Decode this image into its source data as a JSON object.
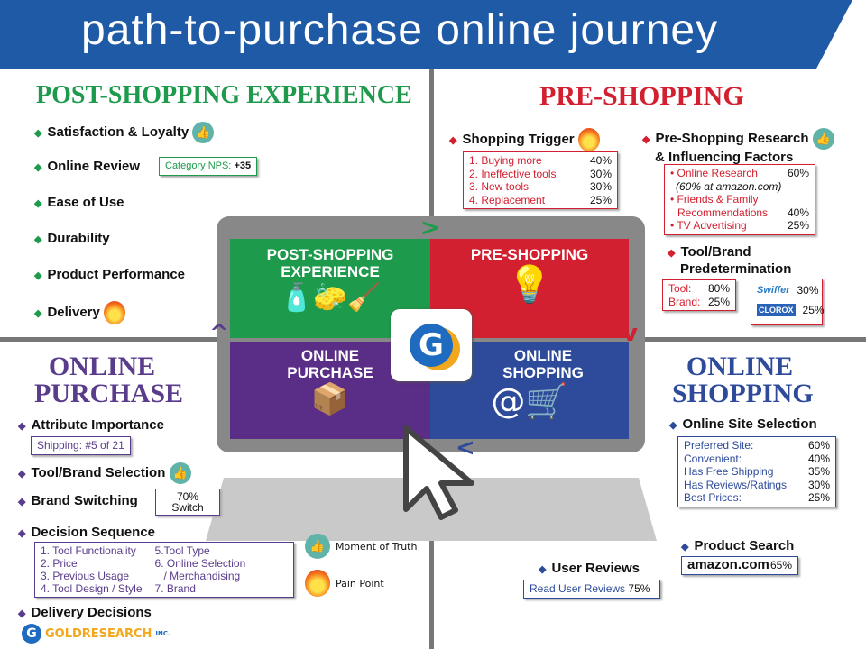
{
  "title": "path-to-purchase online journey",
  "post": {
    "heading": "POST-SHOPPING EXPERIENCE",
    "items": [
      "Satisfaction & Loyalty",
      "Online Review",
      "Ease of Use",
      "Durability",
      "Product Performance",
      "Delivery"
    ],
    "nps_label": "Category NPS:",
    "nps_value": "+35"
  },
  "pre": {
    "heading": "PRE-SHOPPING",
    "trigger": {
      "label": "Shopping Trigger",
      "rows": [
        {
          "k": "1. Buying more",
          "v": "40%"
        },
        {
          "k": "2. Ineffective tools",
          "v": "30%"
        },
        {
          "k": "3. New tools",
          "v": "30%"
        },
        {
          "k": "4. Replacement",
          "v": "25%"
        }
      ]
    },
    "research": {
      "label1": "Pre-Shopping Research",
      "label2": "& Influencing Factors",
      "r1": "• Online Research",
      "v1": "60%",
      "r1b": "(60% at amazon.com)",
      "r2a": "• Friends & Family",
      "r2b": "Recommendations",
      "v2": "40%",
      "r3": "• TV Advertising",
      "v3": "25%"
    },
    "predet": {
      "label1": "Tool/Brand",
      "label2": "Predetermination",
      "tool_k": "Tool:",
      "tool_v": "80%",
      "brand_k": "Brand:",
      "brand_v": "25%",
      "swiffer": "Swiffer",
      "swiffer_v": "30%",
      "clorox": "CLOROX",
      "clorox_v": "25%"
    }
  },
  "purchase": {
    "heading1": "ONLINE",
    "heading2": "PURCHASE",
    "attr": "Attribute Importance",
    "shipping": "Shipping: #5 of 21",
    "selection": "Tool/Brand Selection",
    "switching": "Brand Switching",
    "switch_v": "70%",
    "switch_l": "Switch",
    "decision": "Decision Sequence",
    "seq_left": [
      "1. Tool Functionality",
      "2. Price",
      "3. Previous Usage",
      "4. Tool Design / Style"
    ],
    "seq_right": [
      "5.Tool Type",
      "6. Online Selection",
      "   / Merchandising",
      "7. Brand"
    ],
    "delivery": "Delivery Decisions"
  },
  "shopping": {
    "heading1": "ONLINE",
    "heading2": "SHOPPING",
    "site": "Online Site Selection",
    "rows": [
      {
        "k": "Preferred Site:",
        "v": "60%"
      },
      {
        "k": "Convenient:",
        "v": "40%"
      },
      {
        "k": "Has Free Shipping",
        "v": "35%"
      },
      {
        "k": "Has Reviews/Ratings",
        "v": "30%"
      },
      {
        "k": "Best Prices:",
        "v": "25%"
      }
    ],
    "search": "Product Search",
    "amazon": "amazon.com",
    "amazon_v": "65%",
    "reviews": "User Reviews",
    "reviews_box": "Read User Reviews",
    "reviews_v": "75%"
  },
  "screen": {
    "post1": "POST-SHOPPING",
    "post2": "EXPERIENCE",
    "pre": "PRE-SHOPPING",
    "purch1": "ONLINE",
    "purch2": "PURCHASE",
    "shop1": "ONLINE",
    "shop2": "SHOPPING",
    "logo": "G"
  },
  "legend": {
    "truth": "Moment of Truth",
    "pain": "Pain Point"
  },
  "brand": {
    "logo": "GOLDRESEARCH",
    "inc": "INC."
  },
  "colors": {
    "banner": "#1f5aa6",
    "green": "#1d9a4b",
    "red": "#d32030",
    "purple": "#5a3c8c",
    "blue": "#2d4b9a"
  }
}
